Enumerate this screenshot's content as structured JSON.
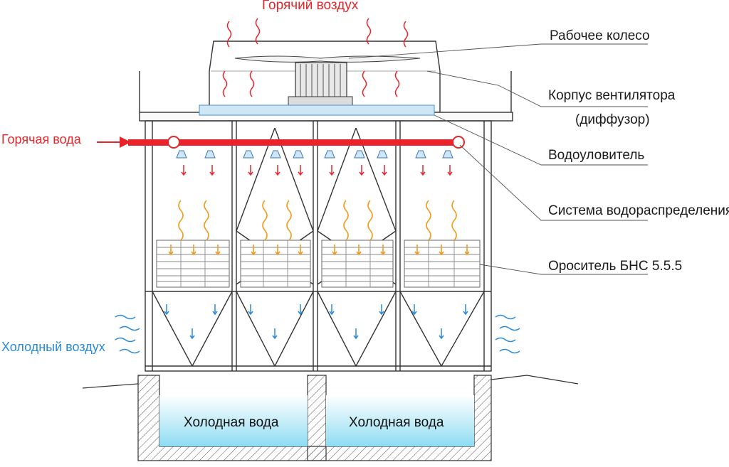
{
  "labels": {
    "hot_air": "Горячий  воздух",
    "hot_water": "Горячая вода",
    "cold_air": "Холодный воздух",
    "impeller": "Рабочее колесо",
    "fan_housing_line1": "Корпус вентилятора",
    "fan_housing_line2": "(диффузор)",
    "drift_eliminator": "Водоуловитель",
    "water_distribution": "Система водораспределения",
    "fill": "Ороситель БНС 5.5.5",
    "cold_water_left": "Холодная вода",
    "cold_water_right": "Холодная вода"
  },
  "colors": {
    "hot": "#e8242a",
    "warm": "#f29a1e",
    "cold": "#2a8ad8",
    "water": "#bfe9f6",
    "line": "#333333"
  }
}
